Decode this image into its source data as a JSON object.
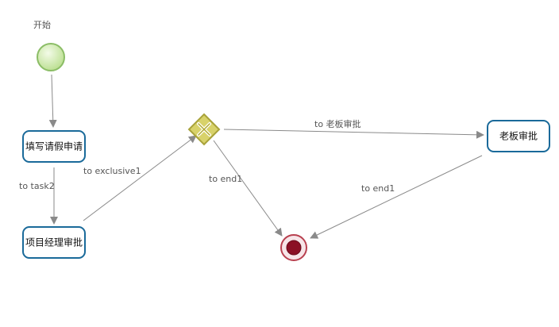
{
  "colors": {
    "task_border": "#1a6a9a",
    "edge": "#8a8a8a",
    "start_fill": "#cde9a8",
    "start_stroke": "#8bbd66",
    "gateway_fill": "#d8d26a",
    "gateway_stroke": "#a8a23a",
    "end_fill": "#8b1025",
    "end_stroke": "#b8404f"
  },
  "nodes": {
    "start": {
      "label": "开始",
      "icon": "start-event-icon"
    },
    "task1": {
      "label": "填写请假申请"
    },
    "task2": {
      "label": "项目经理审批"
    },
    "gateway": {
      "icon": "exclusive-gateway-icon"
    },
    "task3": {
      "label": "老板审批"
    },
    "end": {
      "icon": "end-event-icon"
    }
  },
  "edges": {
    "to_task2": "to task2",
    "to_exclusive1": "to exclusive1",
    "to_boss": "to 老板审批",
    "to_end1_gateway": "to end1",
    "to_end1_boss": "to end1"
  }
}
